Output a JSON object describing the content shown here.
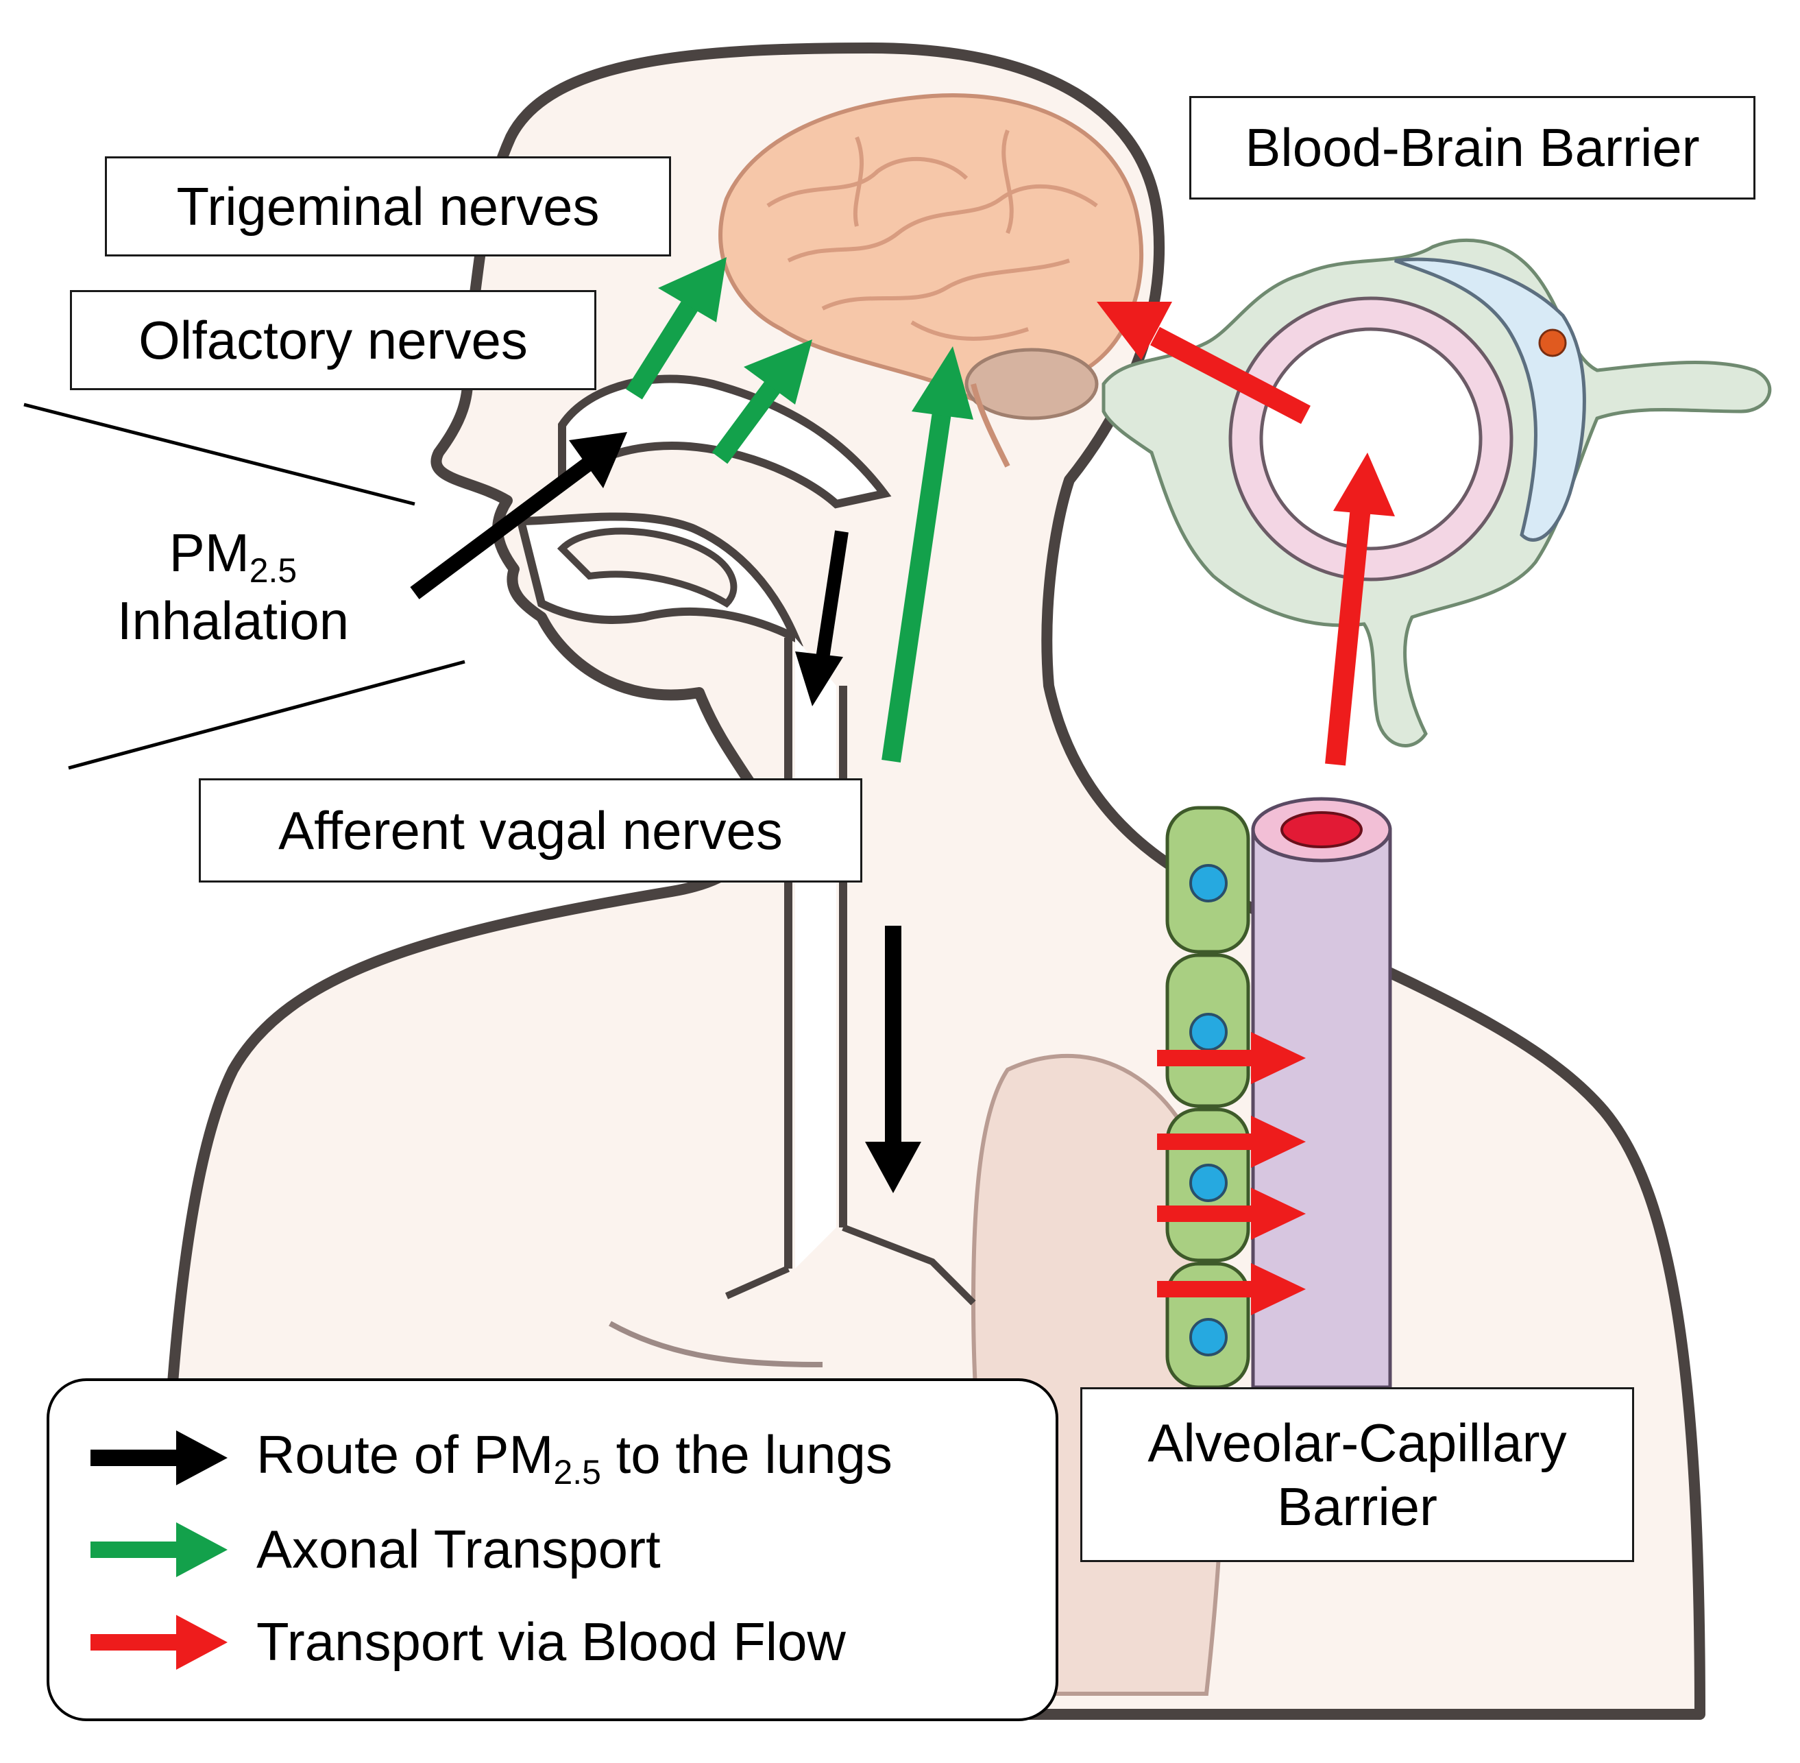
{
  "labels": {
    "trigeminal": "Trigeminal nerves",
    "olfactory": "Olfactory nerves",
    "bbb": "Blood-Brain Barrier",
    "pm_main": "PM",
    "pm_sub": "2.5",
    "inhalation": "Inhalation",
    "vagal": "Afferent vagal nerves",
    "acb_line1": "Alveolar-Capillary",
    "acb_line2": "Barrier"
  },
  "legend": {
    "items": [
      {
        "text_before": "Route of PM",
        "sub": "2.5",
        "text_after": " to the lungs",
        "color": "#000000"
      },
      {
        "text_before": "Axonal Transport",
        "sub": "",
        "text_after": "",
        "color": "#13a14b"
      },
      {
        "text_before": "Transport via Blood Flow",
        "sub": "",
        "text_after": "",
        "color": "#ee1c1c"
      }
    ]
  },
  "colors": {
    "body_fill": "#fbf3ee",
    "body_outline": "#4a4341",
    "brain": "#f6c7a9",
    "lung": "#f1dcd3",
    "epithelium": "#a9cf82",
    "capillary": "#d7c6e0",
    "nucleus": "#26a9e0",
    "bbb_outer": "#dde9db",
    "bbb_inner": "#f3d6e4",
    "bbb_cell": "#d8eaf6",
    "black_arrow": "#000000",
    "green_arrow": "#13a14b",
    "red_arrow": "#ee1c1c"
  }
}
